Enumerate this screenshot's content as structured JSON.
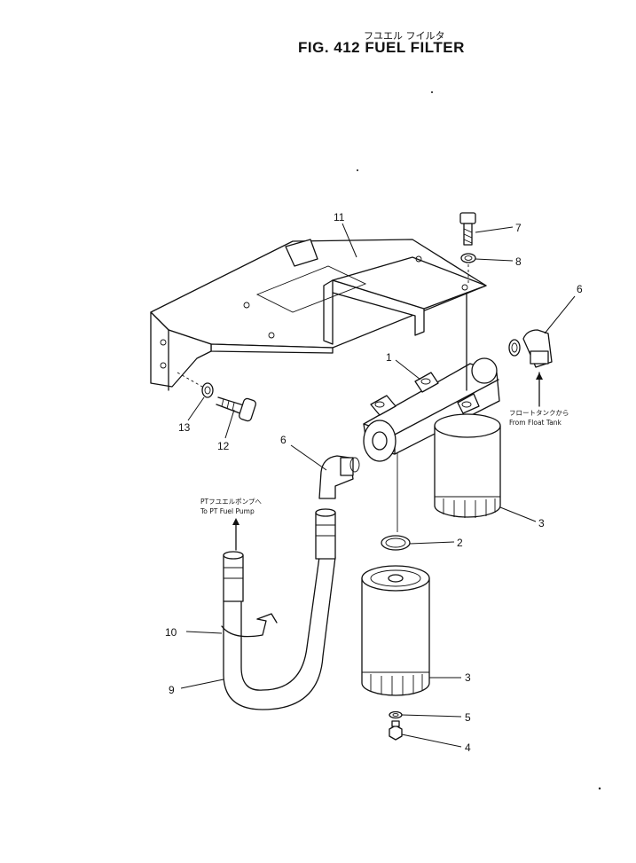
{
  "title": {
    "japanese": "フユエル フイルタ",
    "english": "FIG. 412  FUEL  FILTER"
  },
  "callouts": {
    "c1": "1",
    "c2": "2",
    "c3a": "3",
    "c3b": "3",
    "c4": "4",
    "c5": "5",
    "c6a": "6",
    "c6b": "6",
    "c7": "7",
    "c8": "8",
    "c9": "9",
    "c10": "10",
    "c11": "11",
    "c12": "12",
    "c13": "13"
  },
  "notes": {
    "float_tank_jp": "フロートタンクから",
    "float_tank_en": "From Float Tank",
    "pt_pump_jp": "PTフユエルポンプへ",
    "pt_pump_en": "To PT Fuel Pump"
  }
}
